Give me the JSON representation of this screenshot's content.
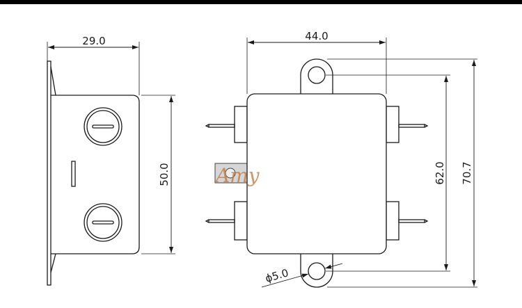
{
  "drawing": {
    "side_view": {
      "width": "29.0",
      "height": "50.0"
    },
    "top_view": {
      "width": "44.0",
      "hole_pitch": "62.0",
      "overall_length": "70.7",
      "hole_diameter": "ϕ5.0"
    }
  },
  "watermark": "Amy",
  "colors": {
    "line": "#1a1a1a",
    "watermark": "#c07a45",
    "top_bar": "#000000"
  }
}
